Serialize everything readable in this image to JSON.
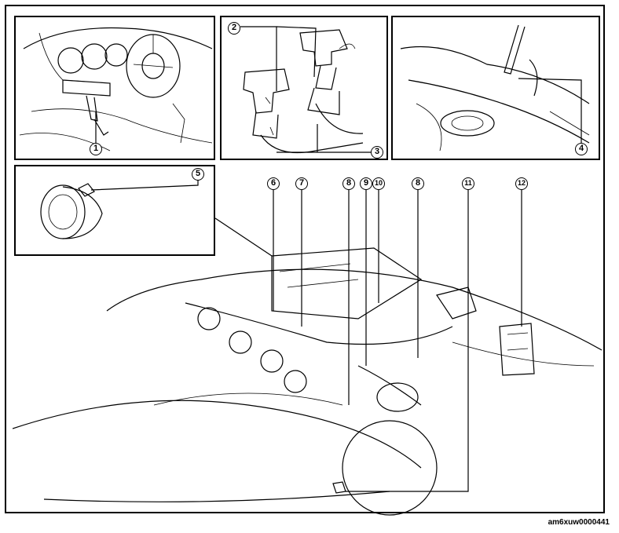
{
  "figure": {
    "reference_code": "am6xuw0000441",
    "callouts": [
      "1",
      "2",
      "3",
      "4",
      "5",
      "6",
      "7",
      "8",
      "9",
      "10",
      "8",
      "11",
      "12"
    ]
  }
}
